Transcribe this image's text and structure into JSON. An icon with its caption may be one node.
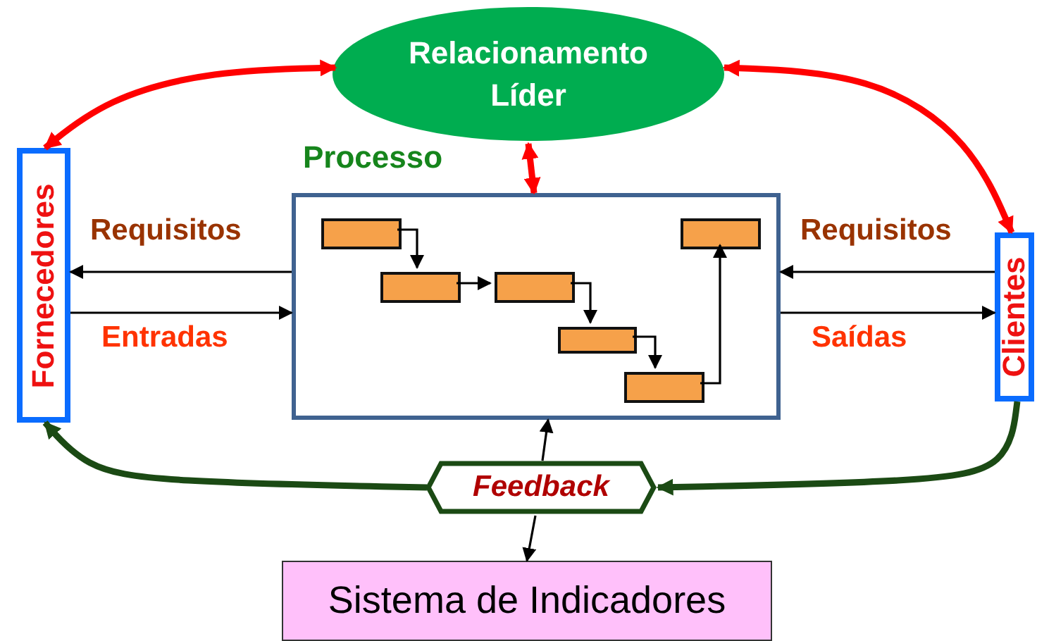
{
  "diagram": {
    "nodes": [
      {
        "text": [
          "Relacionamento Líder"
        ]
      },
      {
        "text": [
          "Fornecedores"
        ]
      },
      {
        "text": [
          "Processo"
        ]
      },
      {
        "text": [],
        "shape": "box",
        "in": 2
      },
      {
        "text": [],
        "shape": "box",
        "in": 2
      },
      {
        "text": [],
        "shape": "box",
        "in": 2
      },
      {
        "text": [],
        "shape": "box",
        "in": 2
      },
      {
        "text": [],
        "shape": "box",
        "in": 2
      },
      {
        "text": [],
        "shape": "box",
        "in": 2
      },
      {
        "text": [
          "Clientes"
        ]
      },
      {
        "text": [
          "Feedback"
        ]
      },
      {
        "text": [
          "Sistema de Indicadores"
        ]
      }
    ],
    "edges": [
      {
        "from": 0,
        "to": 1,
        "arrow": "both",
        "style": "thick",
        "color": "#ff0000"
      },
      {
        "from": 0,
        "to": 9,
        "arrow": "both",
        "style": "thick",
        "color": "#ff0000"
      },
      {
        "from": 0,
        "to": 2,
        "arrow": "both",
        "style": "thick",
        "color": "#ff0000"
      },
      {
        "from": 2,
        "to": 1,
        "arrow": "to",
        "label": "Requisitos"
      },
      {
        "from": 1,
        "to": 2,
        "arrow": "to",
        "label": "Entradas"
      },
      {
        "from": 9,
        "to": 2,
        "arrow": "to",
        "label": "Requisitos"
      },
      {
        "from": 2,
        "to": 9,
        "arrow": "to",
        "label": "Saídas"
      },
      {
        "from": 3,
        "to": 4,
        "arrow": "to"
      },
      {
        "from": 4,
        "to": 5,
        "arrow": "to"
      },
      {
        "from": 5,
        "to": 6,
        "arrow": "to"
      },
      {
        "from": 6,
        "to": 7,
        "arrow": "to"
      },
      {
        "from": 7,
        "to": 8,
        "arrow": "to"
      },
      {
        "from": 10,
        "to": 1,
        "arrow": "to",
        "style": "thick",
        "color": "#1b4a14"
      },
      {
        "from": 9,
        "to": 10,
        "arrow": "to",
        "style": "thick",
        "color": "#1b4a14"
      },
      {
        "from": 10,
        "to": 2,
        "arrow": "to"
      },
      {
        "from": 10,
        "to": 11,
        "arrow": "to"
      }
    ]
  }
}
